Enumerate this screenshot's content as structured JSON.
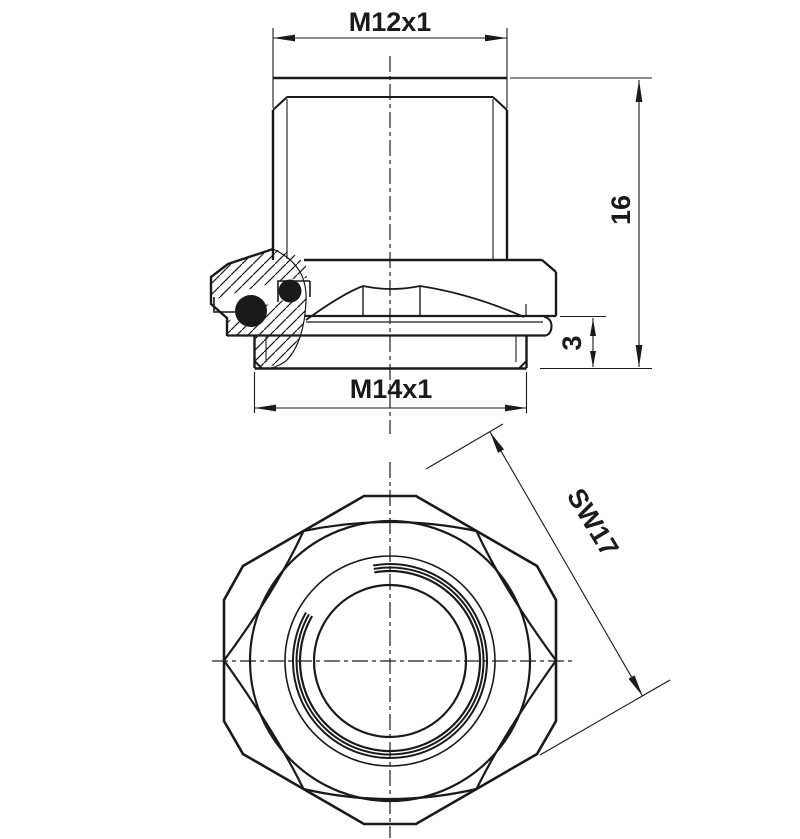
{
  "title": "Threaded adapter engineering drawing",
  "colors": {
    "line": "#1a1a1a",
    "background": "#ffffff"
  },
  "dimensions": {
    "top_thread": "M12x1",
    "overall_height": "16",
    "stud_height": "3",
    "bottom_thread": "M14x1",
    "wrench_size": "SW17"
  }
}
